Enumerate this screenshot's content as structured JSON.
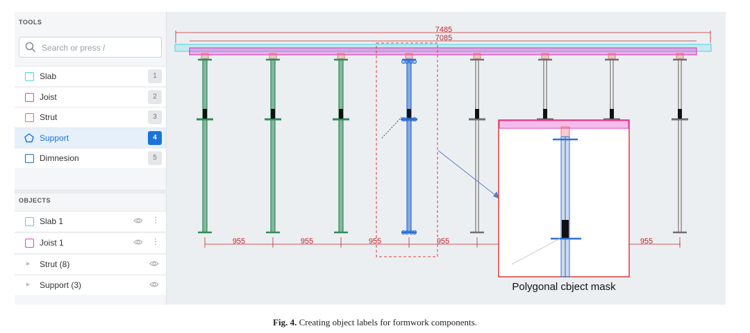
{
  "sidebar": {
    "tools_header": "TOOLS",
    "search_placeholder": "Search or press /",
    "tools": [
      {
        "label": "Slab",
        "shortcut": "1",
        "color": "#4dd3e0",
        "shape": "square"
      },
      {
        "label": "Joist",
        "shortcut": "2",
        "color": "#e040c8",
        "shape": "square"
      },
      {
        "label": "Strut",
        "shortcut": "3",
        "color": "#ef6a5a",
        "shape": "square"
      },
      {
        "label": "Support",
        "shortcut": "4",
        "color": "#1a73d9",
        "shape": "pentagon",
        "active": true
      },
      {
        "label": "Dimnesion",
        "shortcut": "5",
        "color": "#1a6fa8",
        "shape": "square"
      }
    ],
    "objects_header": "OBJECTS",
    "objects": [
      {
        "label": "Slab 1",
        "color": "#4dd3e0"
      },
      {
        "label": "Joist 1",
        "color": "#e040c8"
      }
    ],
    "groups": [
      {
        "label": "Strut (8)"
      },
      {
        "label": "Support (3)"
      }
    ]
  },
  "canvas": {
    "dim_total": "7485",
    "dim_inner": "7085",
    "spacing_labels": [
      "955",
      "955",
      "955",
      "955",
      "955"
    ],
    "zoom_caption": "Polygonal cbject mask",
    "colors": {
      "slab": "#5fd8e6",
      "joist": "#e040c8",
      "strut_head": "#f07070",
      "support_green": "#2e8b57",
      "support_blue": "#2f6fd6",
      "plain_post": "#6f6f6f",
      "dimension": "#c0262c",
      "selection": "#e0383b"
    }
  },
  "caption": {
    "fig": "Fig. 4.",
    "text": "Creating object labels for formwork components."
  }
}
